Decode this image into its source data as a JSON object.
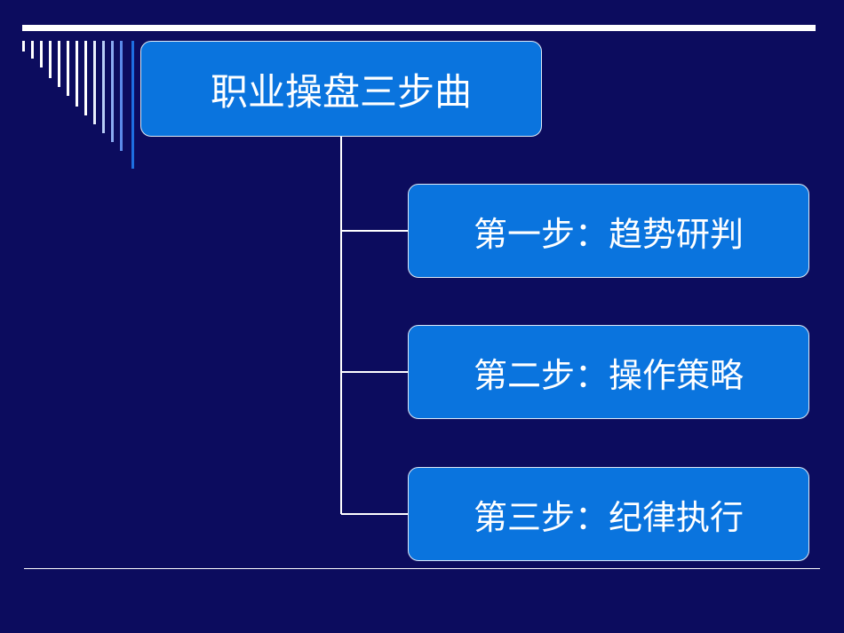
{
  "slide": {
    "title": "职业操盘三步曲",
    "steps": [
      {
        "label": "第一步：趋势研判"
      },
      {
        "label": "第二步：操作策略"
      },
      {
        "label": "第三步：纪律执行"
      }
    ]
  },
  "colors": {
    "background": "#0c0c5e",
    "box_fill": "#0a74de",
    "box_border": "#dfe8f5",
    "line": "#ffffff",
    "decoration_light": "#ffffff",
    "decoration_blue": "#1e6fe0"
  }
}
